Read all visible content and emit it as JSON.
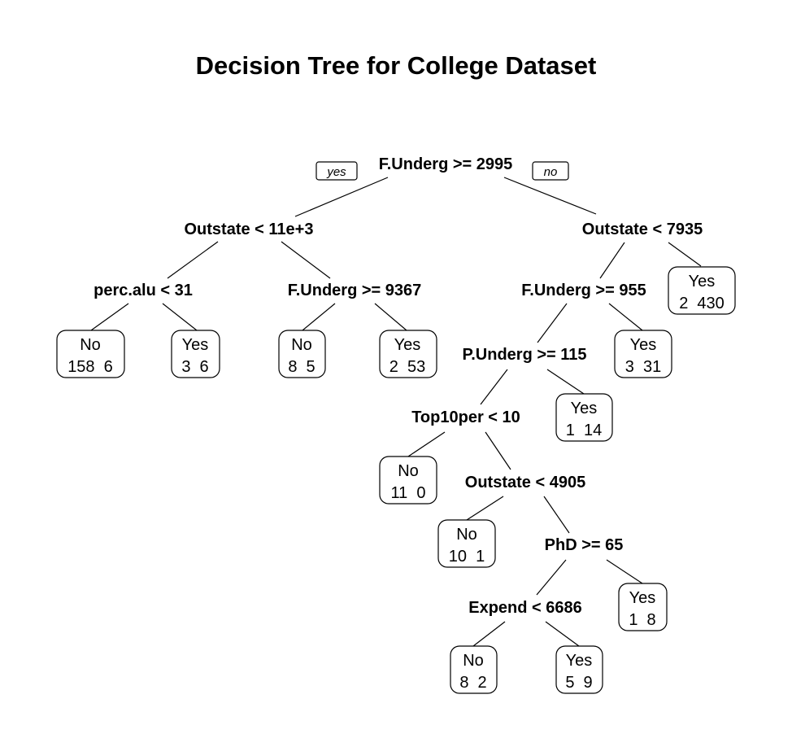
{
  "title": "Decision Tree for College Dataset",
  "branch_labels": {
    "yes": "yes",
    "no": "no"
  },
  "splits": {
    "root": "F.Underg >= 2995",
    "outstate_11e3": "Outstate < 11e+3",
    "outstate_7935": "Outstate < 7935",
    "perc_alu": "perc.alu < 31",
    "funderg_9367": "F.Underg >= 9367",
    "funderg_955": "F.Underg >= 955",
    "punderg_115": "P.Underg >= 115",
    "top10per": "Top10per < 10",
    "outstate_4905": "Outstate < 4905",
    "phd_65": "PhD >= 65",
    "expend_6686": "Expend < 6686"
  },
  "leaves": {
    "l1": {
      "class": "No",
      "counts": "158  6"
    },
    "l2": {
      "class": "Yes",
      "counts": "3  6"
    },
    "l3": {
      "class": "No",
      "counts": "8  5"
    },
    "l4": {
      "class": "Yes",
      "counts": "2  53"
    },
    "l5": {
      "class": "Yes",
      "counts": "2  430"
    },
    "l6": {
      "class": "Yes",
      "counts": "3  31"
    },
    "l7": {
      "class": "Yes",
      "counts": "1  14"
    },
    "l8": {
      "class": "No",
      "counts": "11  0"
    },
    "l9": {
      "class": "No",
      "counts": "10  1"
    },
    "l10": {
      "class": "Yes",
      "counts": "1  8"
    },
    "l11": {
      "class": "No",
      "counts": "8  2"
    },
    "l12": {
      "class": "Yes",
      "counts": "5  9"
    }
  }
}
